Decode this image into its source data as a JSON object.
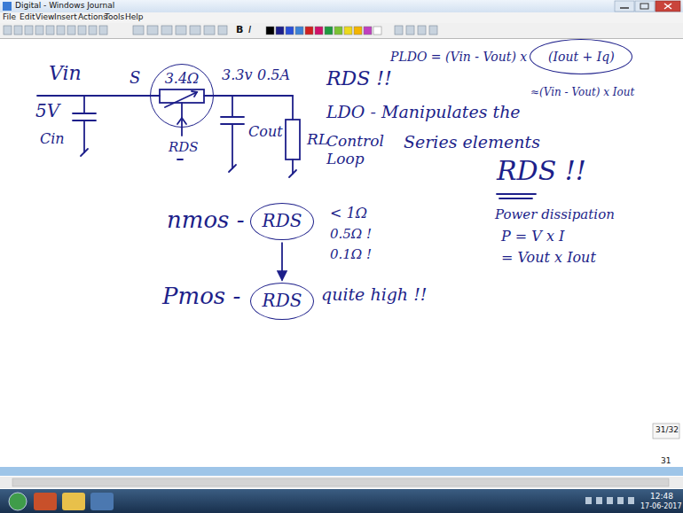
{
  "diagram": {
    "nodes": [
      {
        "text": [
          "3.4Ω"
        ]
      },
      {
        "text": [
          "(Iout + Iq)"
        ]
      },
      {
        "text": [
          "RDS"
        ]
      },
      {
        "text": [
          "RDS"
        ]
      }
    ],
    "edges": [
      {
        "from": 2,
        "to": 3,
        "arrow": "to"
      }
    ],
    "labels": [
      "Digital - Windows Journal",
      "File",
      "Edit",
      "View",
      "Insert",
      "Actions",
      "Tools",
      "Help",
      "B",
      "I",
      "Vin",
      "5V",
      "Cin",
      "S",
      "3.3v",
      "0.5A",
      "Cout",
      "RL",
      "RDS",
      "PLDO = (Vin - Vout) x",
      "RDS !!",
      "LDO - Manipulates the",
      "≈(Vin - Vout) x Iout",
      "Control Loop",
      "Series elements",
      "RDS !!",
      "Power dissipation",
      "P = V x I",
      "= Vout x Iout",
      "nmos -",
      "< 1Ω",
      "0.5Ω !",
      "0.1Ω !",
      "Pmos -",
      "quite high !!",
      "31/32",
      "31",
      "12:48",
      "17-06-2017"
    ]
  }
}
